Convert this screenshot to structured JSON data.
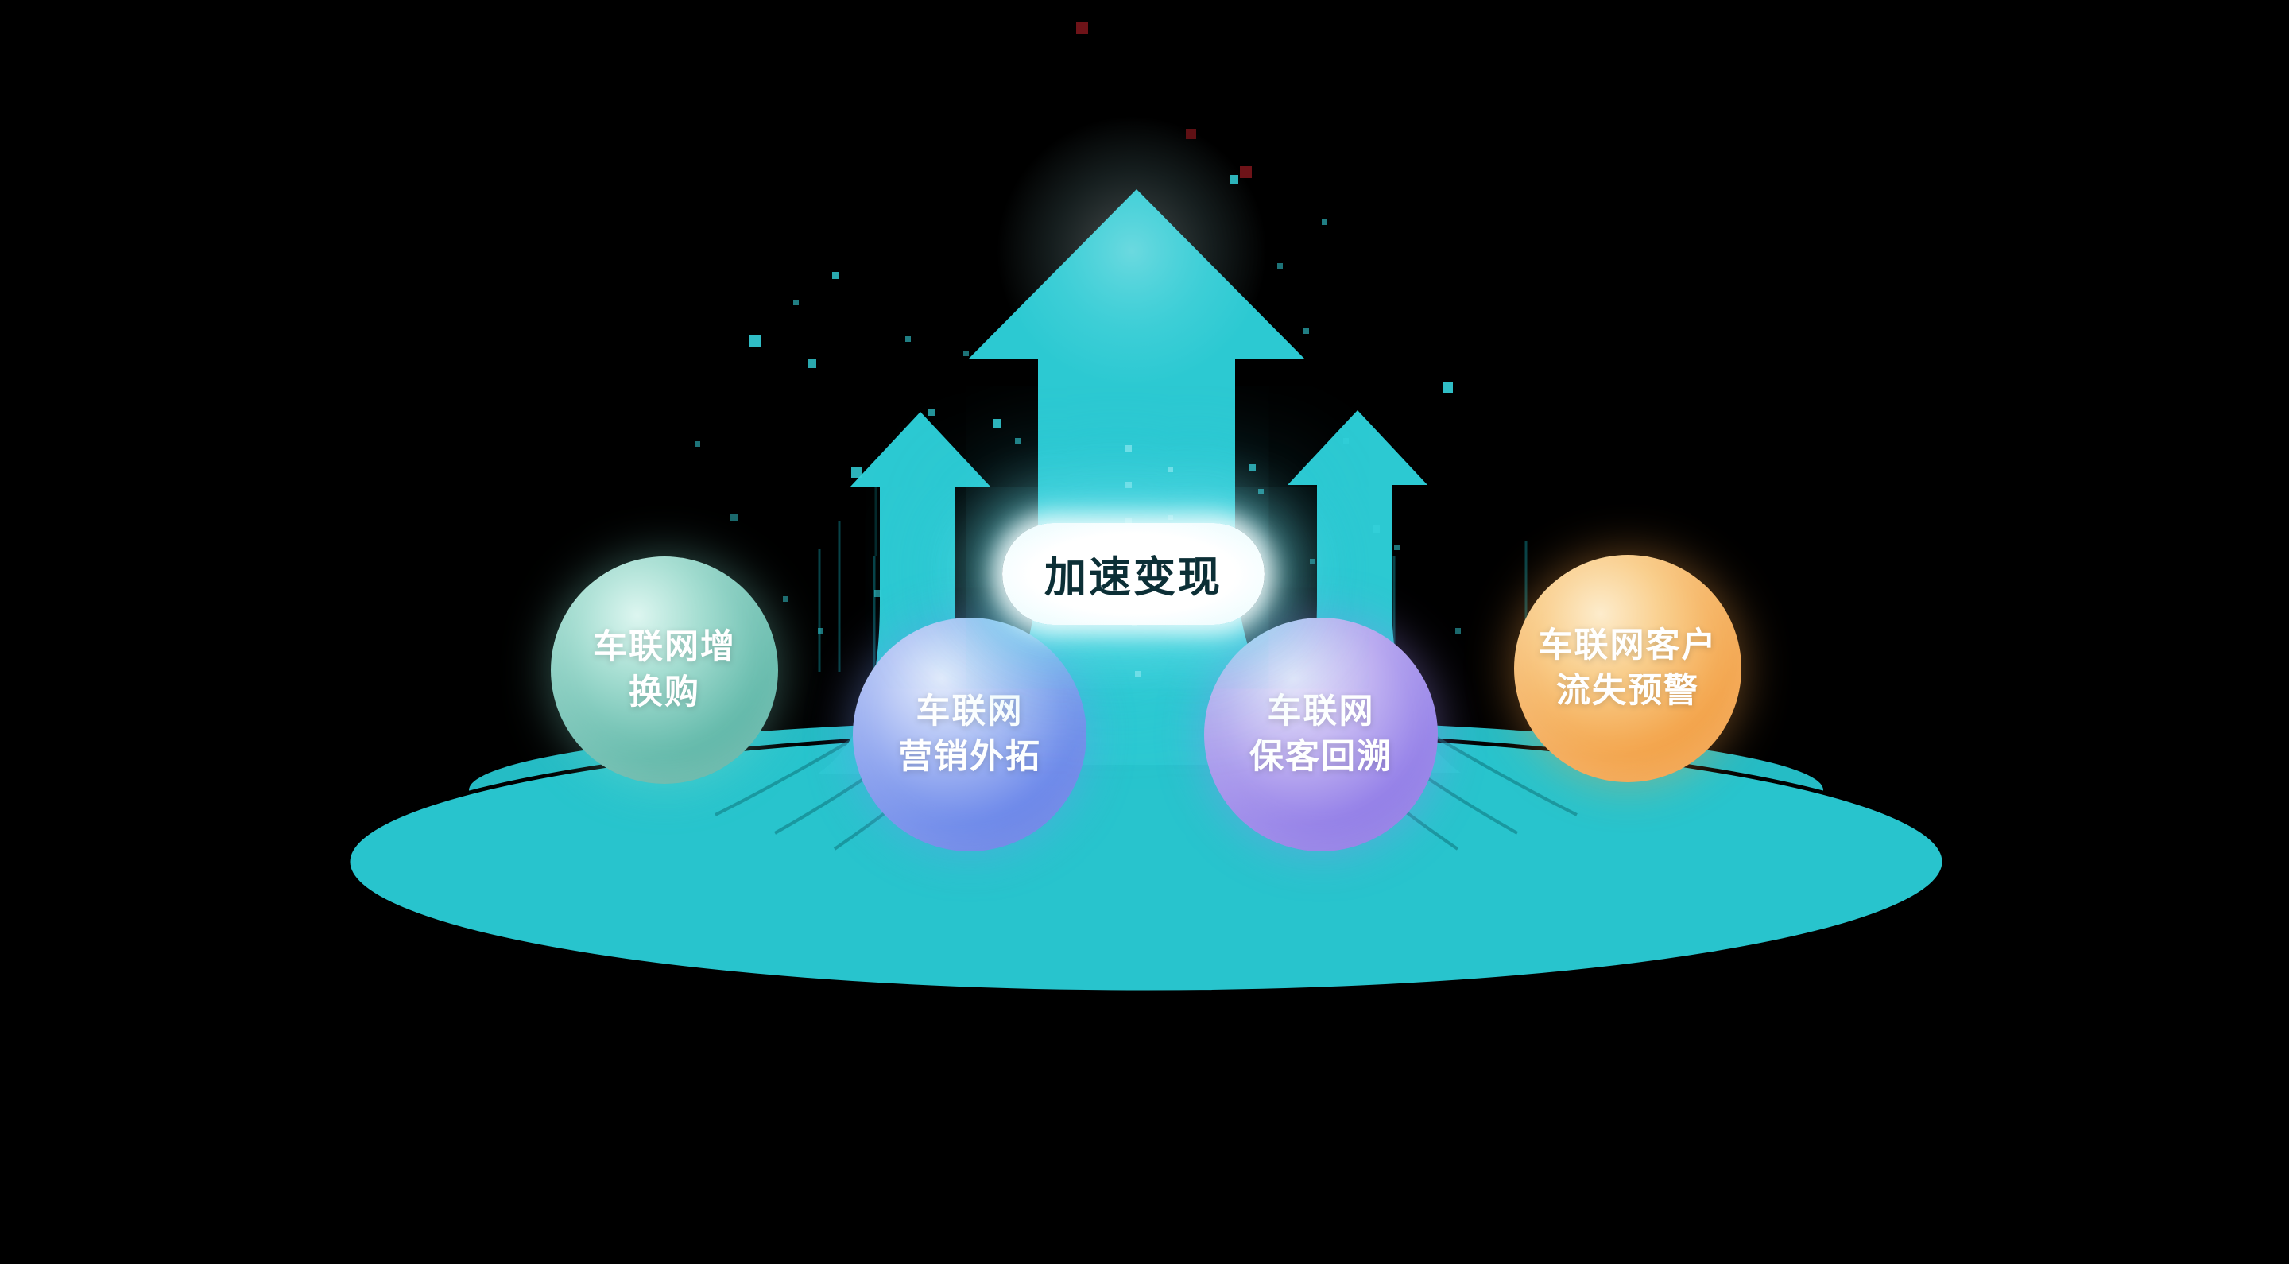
{
  "colors": {
    "background": "#000000",
    "platform": "#28c4cd",
    "platform_rim": "#25bcc5",
    "arrow": "#2cc9d2",
    "label_glow": "#7ee9f2",
    "sphere_teal": "#45a393",
    "sphere_blue": "#4b66dc",
    "sphere_purple": "#7a63dd",
    "sphere_orange": "#ef8f28"
  },
  "center_label": {
    "text": "加速变现"
  },
  "spheres": [
    {
      "name": "iov-trade-in",
      "lines": [
        "车联网增",
        "换购"
      ]
    },
    {
      "name": "iov-marketing-expansion",
      "lines": [
        "车联网",
        "营销外拓"
      ]
    },
    {
      "name": "iov-customer-retention",
      "lines": [
        "车联网",
        "保客回溯"
      ]
    },
    {
      "name": "iov-churn-warning",
      "lines": [
        "车联网客户",
        "流失预警"
      ]
    }
  ]
}
